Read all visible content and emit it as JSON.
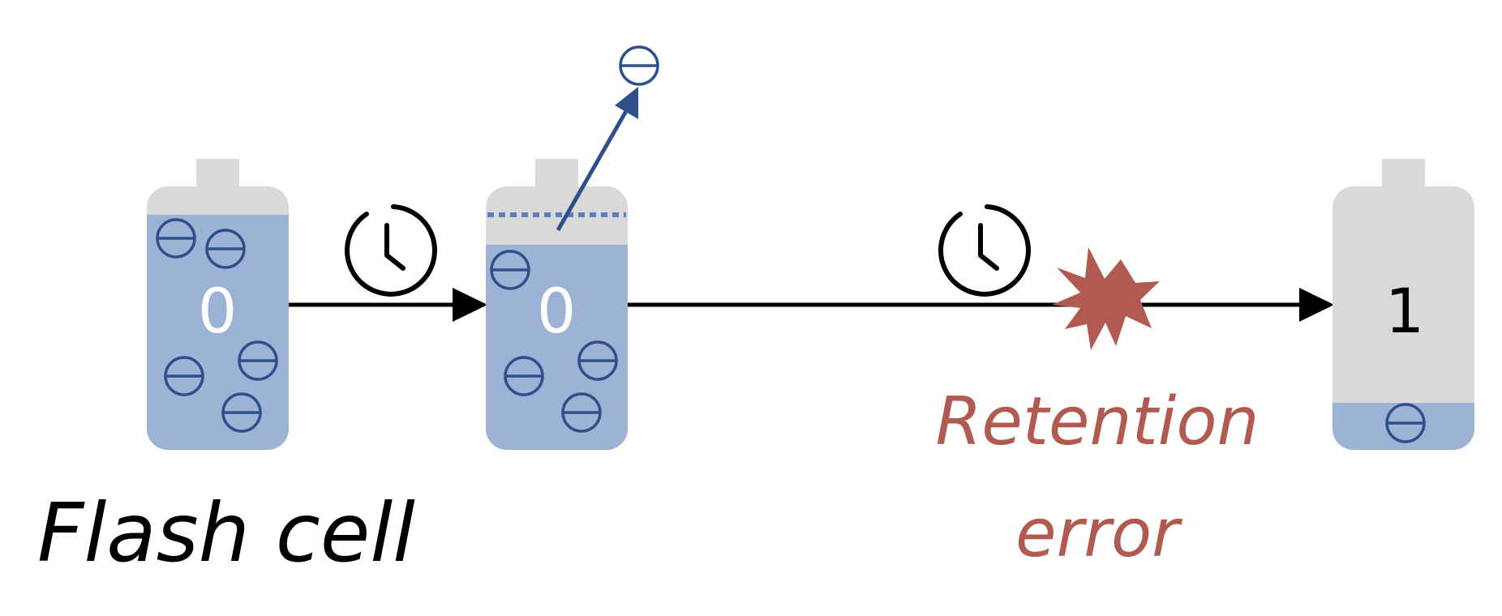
{
  "diagram": {
    "caption": "Flash cell",
    "error_label_line1": "Retention",
    "error_label_line2": "error",
    "cells": [
      {
        "value": "0",
        "charge": "full"
      },
      {
        "value": "0",
        "charge": "partially leaked"
      },
      {
        "value": "1",
        "charge": "mostly leaked"
      }
    ],
    "icons": [
      "clock-icon",
      "electron-icon",
      "error-burst-icon",
      "arrow-icon"
    ],
    "colors": {
      "cell_body": "#d9d9d9",
      "charge_fill": "#9db3d6",
      "electron": "#2f4f8a",
      "error": "#b05a52",
      "arrow": "#000000",
      "digit_on_charge": "#ffffff",
      "digit_on_empty": "#000000"
    }
  }
}
